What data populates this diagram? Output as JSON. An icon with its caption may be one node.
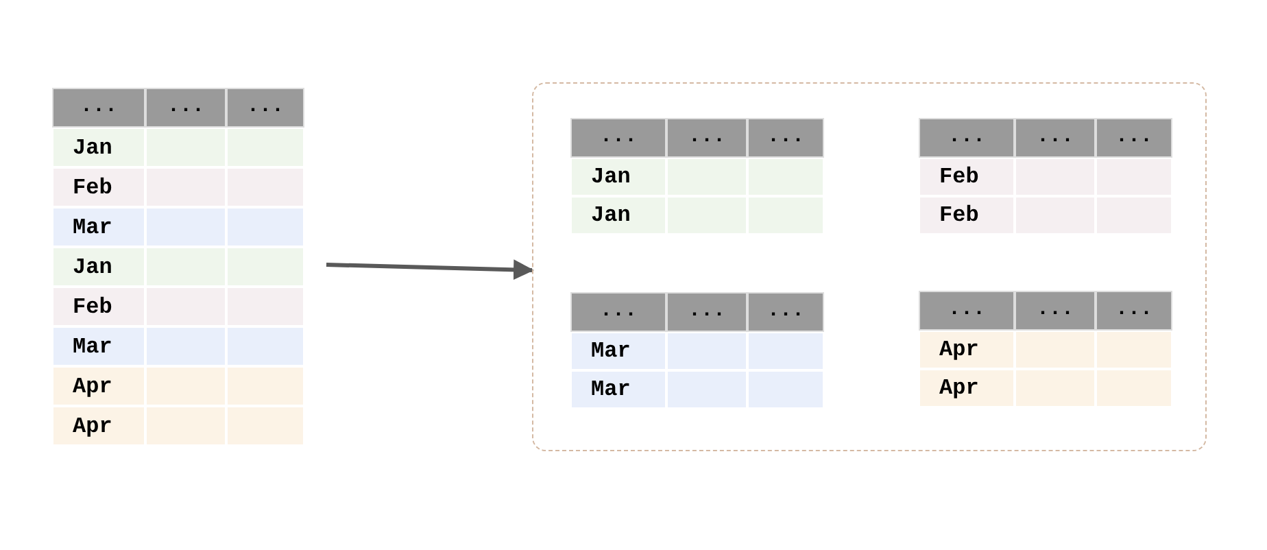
{
  "diagram": {
    "nodes": [
      {
        "text": [
          "...",
          "...",
          "...",
          "Jan",
          "Feb",
          "Mar",
          "Jan",
          "Feb",
          "Mar",
          "Apr",
          "Apr"
        ]
      },
      {
        "text": [],
        "shape": "box"
      },
      {
        "text": [
          "...",
          "...",
          "...",
          "Jan",
          "Jan"
        ],
        "in": 1
      },
      {
        "text": [
          "...",
          "...",
          "...",
          "Feb",
          "Feb"
        ],
        "in": 1
      },
      {
        "text": [
          "...",
          "...",
          "...",
          "Mar",
          "Mar"
        ],
        "in": 1
      },
      {
        "text": [
          "...",
          "...",
          "...",
          "Apr",
          "Apr"
        ],
        "in": 1
      }
    ],
    "edges": [
      {
        "from": 0,
        "to": 1,
        "arrow": "to"
      }
    ]
  }
}
